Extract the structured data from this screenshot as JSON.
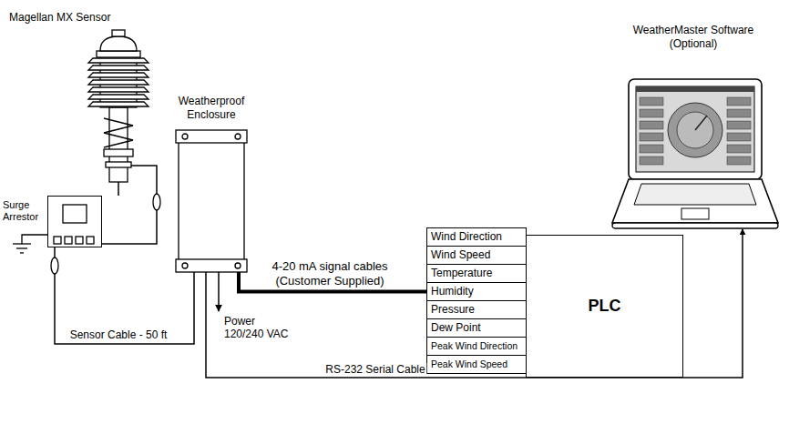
{
  "diagram": {
    "nodes": [
      {
        "text": [
          "Magellan MX Sensor"
        ]
      },
      {
        "text": [
          "Surge Arrestor"
        ]
      },
      {
        "text": [
          "Weatherproof Enclosure"
        ]
      },
      {
        "text": [
          "PLC"
        ]
      },
      {
        "text": [
          "Wind Direction"
        ]
      },
      {
        "text": [
          "Wind Speed"
        ]
      },
      {
        "text": [
          "Temperature"
        ]
      },
      {
        "text": [
          "Humidity"
        ]
      },
      {
        "text": [
          "Pressure"
        ]
      },
      {
        "text": [
          "Dew Point"
        ]
      },
      {
        "text": [
          "Peak Wind Direction"
        ]
      },
      {
        "text": [
          "Peak Wind Speed"
        ]
      },
      {
        "text": [
          "WeatherMaster Software (Optional)"
        ]
      }
    ],
    "edges": [
      {
        "from": 0,
        "to": 1,
        "arrow": "none"
      },
      {
        "from": 1,
        "to": 2,
        "label": "Sensor Cable - 50 ft",
        "arrow": "none"
      },
      {
        "from": 2,
        "to": 7,
        "label": "4-20 mA signal cables (Customer Supplied)",
        "arrow": "none"
      },
      {
        "from": 2,
        "to": 12,
        "label": "RS-232 Serial Cable",
        "arrow": "to"
      }
    ],
    "labels": [
      "Power 120/240 VAC"
    ]
  }
}
